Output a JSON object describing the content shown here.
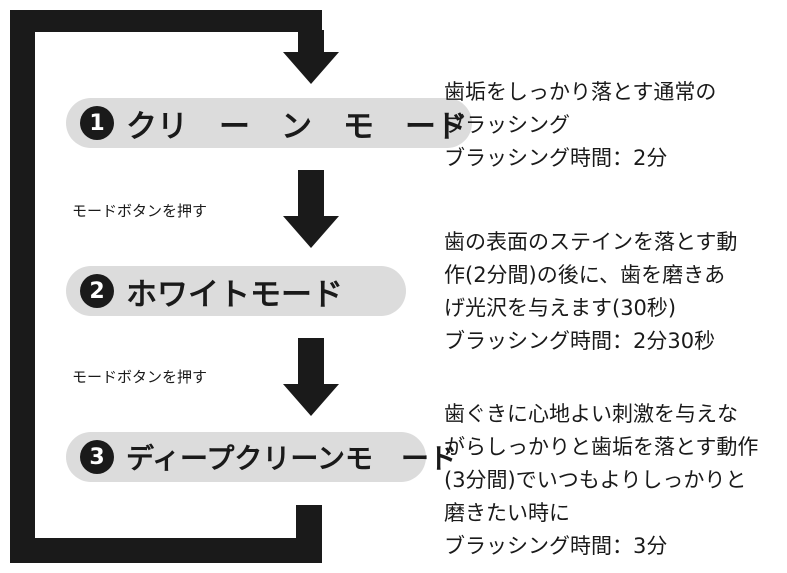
{
  "modes": [
    {
      "number": "1",
      "label": "クリ　ー　ン　モ　ード",
      "description": [
        "歯垢をしっかり落とす通常の",
        "ブラッシング"
      ],
      "time": "ブラッシング時間：2分"
    },
    {
      "number": "2",
      "label": "ホワイトモード",
      "description": [
        "歯の表面のステインを落とす動",
        "作(2分間)の後に、歯を磨きあ",
        "げ光沢を与えます(30秒)"
      ],
      "time": "ブラッシング時間：2分30秒"
    },
    {
      "number": "3",
      "label": "ディープクリーンモ　ード",
      "description": [
        "歯ぐきに心地よい刺激を与えな",
        "がらしっかりと歯垢を落とす動作",
        "(3分間)でいつもよりしっかりと",
        "磨きたい時に"
      ],
      "time": "ブラッシング時間：3分"
    }
  ],
  "transitions": [
    {
      "label": "モードボタンを押す"
    },
    {
      "label": "モードボタンを押す"
    }
  ],
  "colors": {
    "line": "#1a1a1a",
    "pill": "#dcdcdc",
    "badge": "#1a1a1a"
  }
}
